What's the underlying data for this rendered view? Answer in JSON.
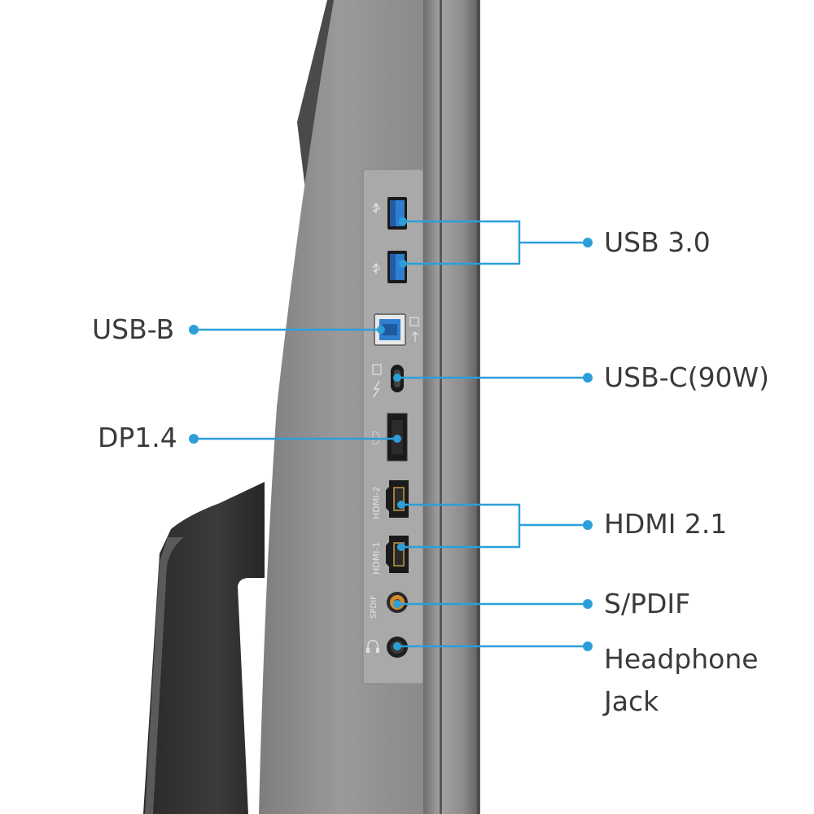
{
  "diagram": {
    "subject": "Monitor side view with port panel",
    "accent_color": "#2c9fd9",
    "callouts": [
      {
        "id": "usb30",
        "label": "USB 3.0",
        "side": "right",
        "ports": [
          "usb-a-port-top",
          "usb-a-port-bottom"
        ]
      },
      {
        "id": "usbb",
        "label": "USB-B",
        "side": "left",
        "ports": [
          "usb-b-port"
        ]
      },
      {
        "id": "usbc",
        "label": "USB-C(90W)",
        "side": "right",
        "ports": [
          "usb-c-port"
        ]
      },
      {
        "id": "dp",
        "label": "DP1.4",
        "side": "left",
        "ports": [
          "displayport"
        ]
      },
      {
        "id": "hdmi",
        "label": "HDMI 2.1",
        "side": "right",
        "ports": [
          "hdmi-2-port",
          "hdmi-1-port"
        ]
      },
      {
        "id": "spdif",
        "label": "S/PDIF",
        "side": "right",
        "ports": [
          "spdif-port"
        ]
      },
      {
        "id": "headphone",
        "label": "Headphone Jack",
        "side": "right",
        "ports": [
          "headphone-jack"
        ]
      }
    ],
    "port_markings": {
      "hdmi2": "HDMI-2",
      "hdmi1": "HDMI-1",
      "spdif": "SPDIF"
    }
  }
}
